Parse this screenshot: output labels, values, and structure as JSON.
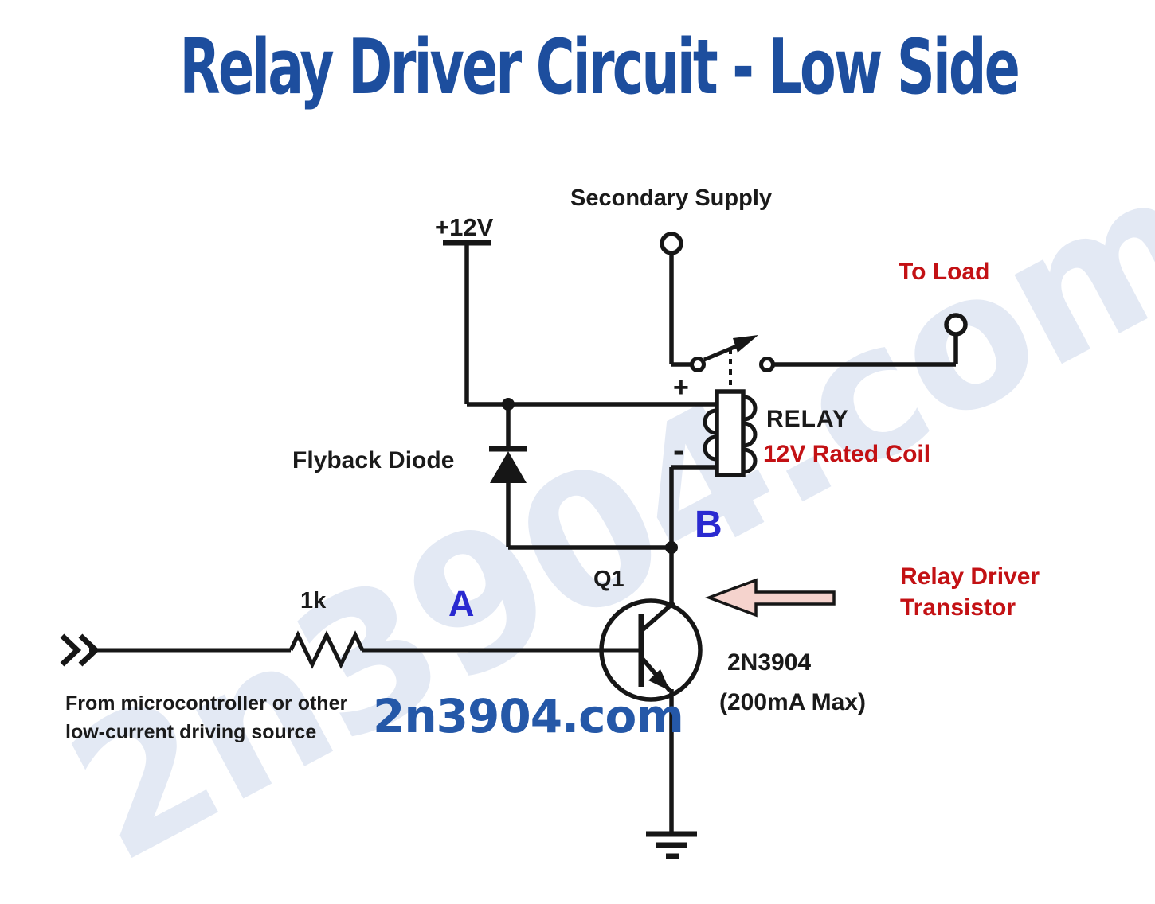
{
  "title": "Relay Driver Circuit - Low Side",
  "watermark": "2n3904.com",
  "colors": {
    "title_blue": "#1d4e9e",
    "node_blue": "#2a2ad0",
    "label_red": "#c31114",
    "wire_black": "#161616",
    "watermark_blue": "#e3e9f4",
    "arrow_pink": "#f5d3cd",
    "site_blue": "#2558a8"
  },
  "labels": {
    "supply_12v": "+12V",
    "secondary_supply": "Secondary Supply",
    "to_load": "To Load",
    "flyback_diode": "Flyback Diode",
    "relay": "RELAY",
    "coil_rating": "12V Rated Coil",
    "plus": "+",
    "minus": "-",
    "node_a": "A",
    "node_b": "B",
    "transistor_ref": "Q1",
    "transistor_part": "2N3904",
    "transistor_rating": "(200mA Max)",
    "resistor_value": "1k",
    "relay_driver_line1": "Relay Driver",
    "relay_driver_line2": "Transistor",
    "input_note_line1": "From microcontroller or other",
    "input_note_line2": "low-current driving source",
    "site": "2n3904.com"
  }
}
